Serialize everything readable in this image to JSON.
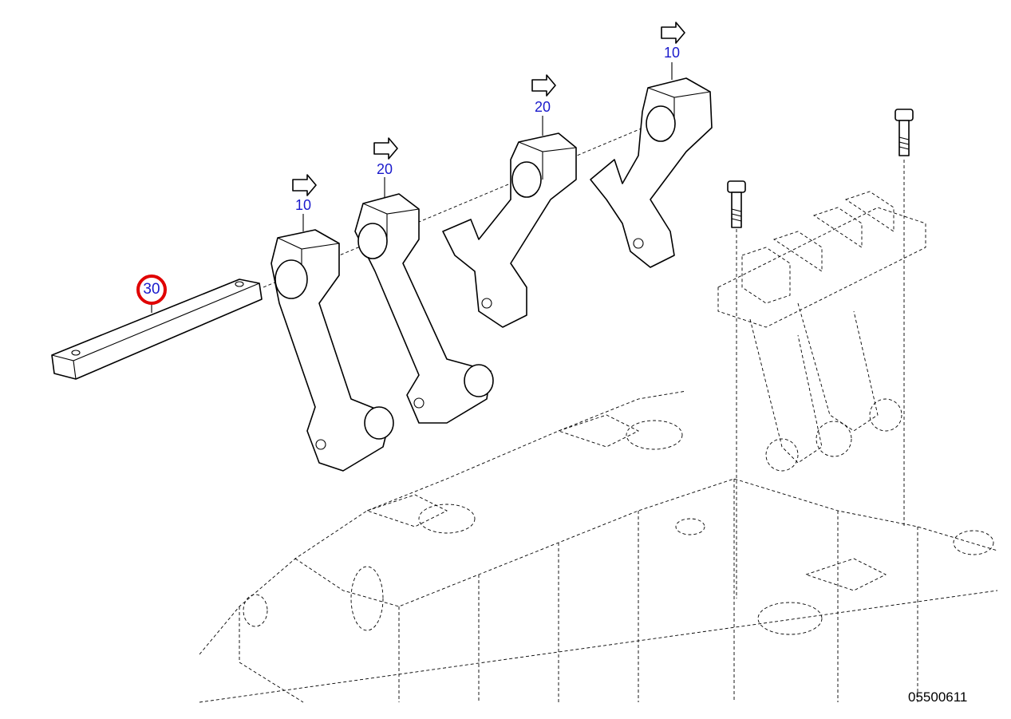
{
  "callouts": [
    {
      "label": "10",
      "icon": "arrow-right-outline-icon"
    },
    {
      "label": "20",
      "icon": "arrow-right-outline-icon"
    },
    {
      "label": "20",
      "icon": "arrow-right-outline-icon"
    },
    {
      "label": "10",
      "icon": "arrow-right-outline-icon"
    }
  ],
  "highlighted_callout": {
    "label": "30",
    "highlight_color": "#e00000"
  },
  "callout_text_color": "#1a1acc",
  "drawing_number": "05500611"
}
